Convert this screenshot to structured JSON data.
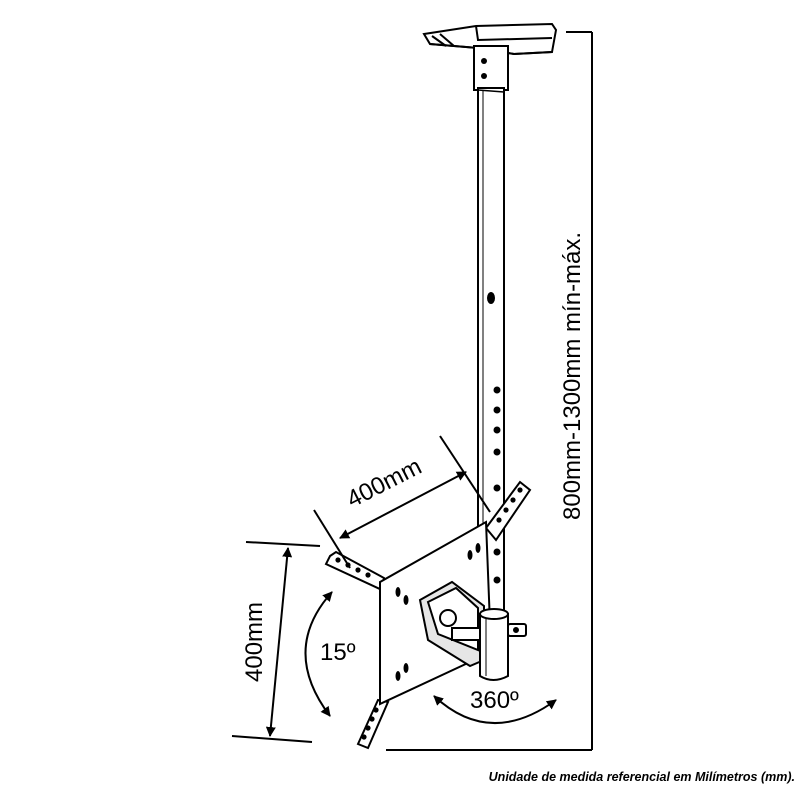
{
  "labels": {
    "width": "400mm",
    "height": "400mm",
    "tilt": "15º",
    "rotation": "360º",
    "length": "800mm-1300mm mín-máx."
  },
  "caption": "Unidade de medida referencial em Milímetros (mm).",
  "colors": {
    "stroke": "#000000",
    "fill": "#ffffff",
    "accent": "#e6e6e6"
  }
}
